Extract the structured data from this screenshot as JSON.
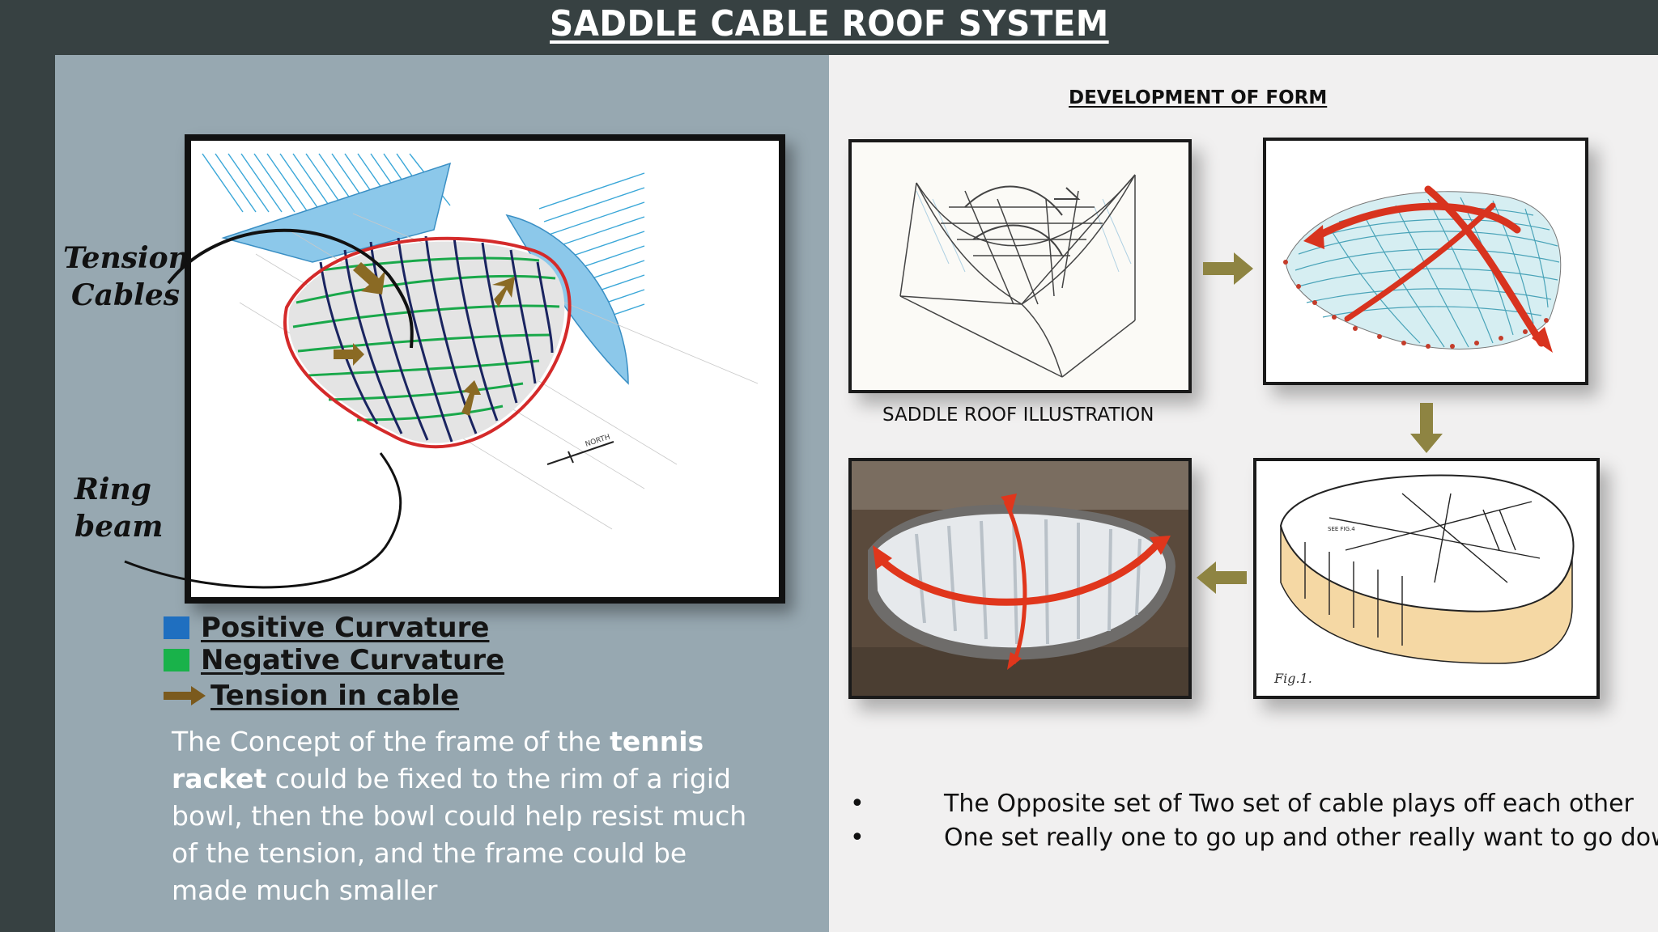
{
  "title": "SADDLE CABLE ROOF SYSTEM",
  "callouts": {
    "tension_cables": [
      "Tension",
      "Cables"
    ],
    "ring_beam": [
      "Ring",
      "beam"
    ]
  },
  "legend": [
    {
      "label": "Positive Curvature",
      "color": "#1f6fc0"
    },
    {
      "label": "Negative Curvature",
      "color": "#19b24a"
    },
    {
      "label": "Tension in cable",
      "color": "#7b5a1d",
      "icon": "arrow-icon"
    }
  ],
  "concept": {
    "part1": "The Concept of the frame of the ",
    "bold1": "tennis racket",
    "part2": " could be fixed to the rim of a rigid bowl, then the bowl could help resist much of the tension, and the frame could be made much smaller"
  },
  "development": {
    "heading": "DEVELOPMENT OF FORM",
    "caption": "SADDLE ROOF ILLUSTRATION",
    "fig_label": "Fig.1.",
    "see_fig": "SEE FIG.4",
    "north_label": "NORTH"
  },
  "bullets": [
    "The Opposite set of Two set of cable plays off each other",
    "One set really one to go up  and other really want to go down"
  ],
  "colors": {
    "background": "#374142",
    "left_panel": "#97a8b1",
    "right_panel": "#f1f0f0",
    "arrow_olive": "#8e8442",
    "ring_red": "#d42a2a",
    "cable_navy": "#1a2460"
  }
}
